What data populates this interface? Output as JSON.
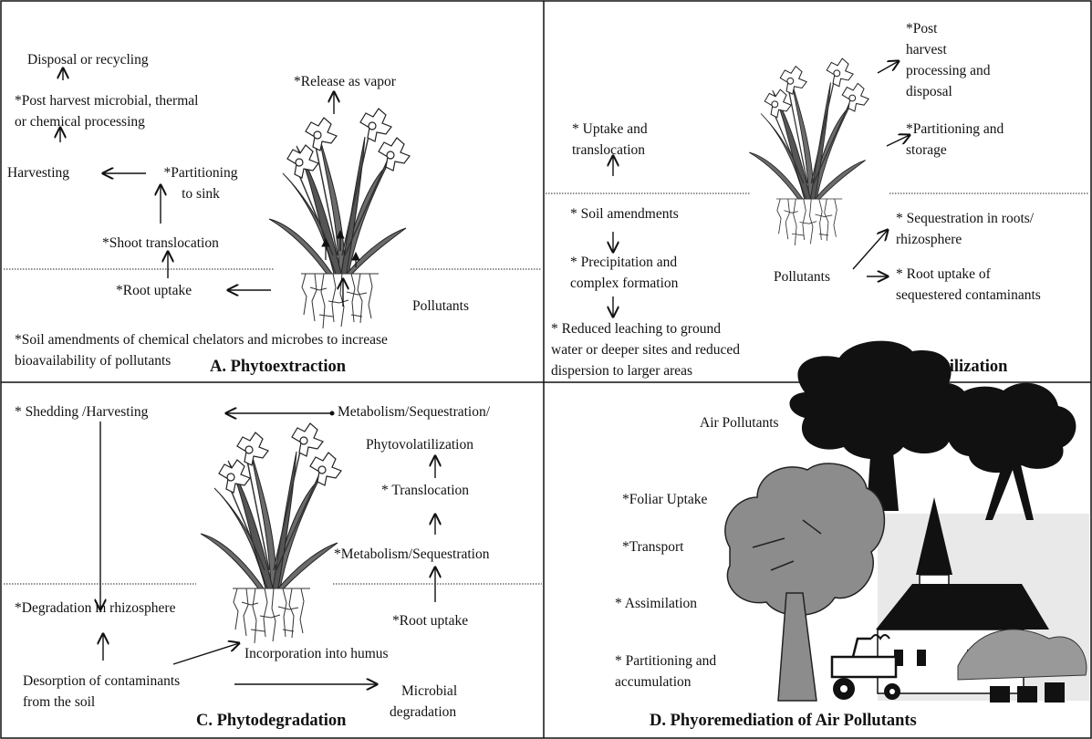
{
  "panelA": {
    "title": "A. Phytoextraction",
    "disposal": "Disposal or recycling",
    "post_harvest_1": "*Post harvest microbial, thermal",
    "post_harvest_2": "or chemical processing",
    "harvesting": "Harvesting",
    "partitioning_1": "*Partitioning",
    "partitioning_2": "to sink",
    "shoot": "*Shoot translocation",
    "root_uptake": "*Root uptake",
    "release": "*Release as vapor",
    "pollutants": "Pollutants",
    "soil_1": "*Soil amendments of chemical chelators and microbes to increase",
    "soil_2": "bioavailability of pollutants"
  },
  "panelB": {
    "title": "B. Phytostabilization",
    "uptake_1": "* Uptake and",
    "uptake_2": "translocation",
    "soil": "* Soil amendments",
    "precip_1": "* Precipitation and",
    "precip_2": "complex formation",
    "reduced_1": "* Reduced leaching to ground",
    "reduced_2": "water or deeper sites and reduced",
    "reduced_3": "dispersion to larger areas",
    "post_1": "*Post",
    "post_2": "harvest",
    "post_3": "processing and",
    "post_4": "disposal",
    "part_1": "*Partitioning and",
    "part_2": "storage",
    "seq_1": "* Sequestration in roots/",
    "seq_2": "rhizosphere",
    "pollutants": "Pollutants",
    "rootu_1": "* Root uptake of",
    "rootu_2": "sequestered contaminants"
  },
  "panelC": {
    "title": "C. Phytodegradation",
    "shedding": "* Shedding /Harvesting",
    "meta_1": "Metabolism/Sequestration/",
    "meta_2": "Phytovolatilization",
    "translocation": "* Translocation",
    "meta_seq": "*Metabolism/Sequestration",
    "root_uptake": "*Root uptake",
    "degradation": "*Degradation in rhizosphere",
    "humus": "Incorporation into humus",
    "desorp_1": "Desorption of contaminants",
    "desorp_2": "from the soil",
    "microbial_1": "Microbial",
    "microbial_2": "degradation"
  },
  "panelD": {
    "title": "D.  Phyoremediation of Air Pollutants",
    "air": "Air Pollutants",
    "foliar": "*Foliar Uptake",
    "transport": "*Transport",
    "assimilation": "* Assimilation",
    "part_1": "* Partitioning and",
    "part_2": "accumulation"
  },
  "colors": {
    "plant_fill": "#6b6b6b",
    "tree_dark": "#111111",
    "tree_gray": "#8c8c8c",
    "sky": "#e9e9e9"
  }
}
